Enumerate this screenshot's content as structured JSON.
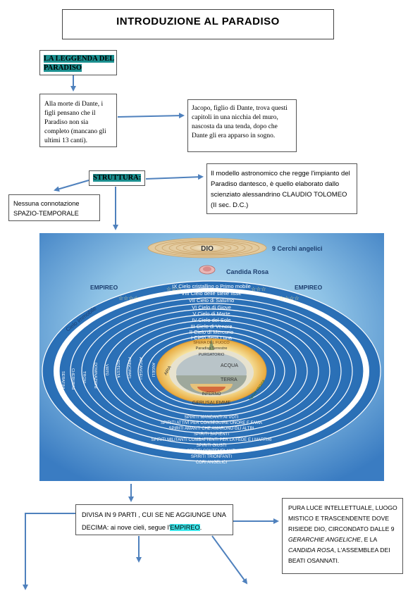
{
  "title": "INTRODUZIONE AL PARADISO",
  "legend_label": "LA LEGGENDA DEL PARADISO",
  "death_text": "Alla morte di Dante, i figli pensano che il Paradiso non sia completo (mancano gli ultimi 13 canti).",
  "jacopo_text": "Jacopo, figlio di Dante, trova questi capitoli in una nicchia del muro, nascosta da una tenda, dopo che Dante gli era apparso in sogno.",
  "struttura_label": "STRUTTURA:",
  "model_text": "Il modello astronomico che regge l'impianto del Paradiso dantesco, è quello elaborato dallo scienziato alessandrino CLAUDIO TOLOMEO (II sec. D.C.)",
  "no_connotation_text": "Nessuna connotazione SPAZIO-TEMPORALE",
  "diagram": {
    "dio": "DIO",
    "cerchi": "9 Cerchi angelici",
    "rosa": "Candida Rosa",
    "empireo_left": "EMPIREO",
    "empireo_right": "EMPIREO",
    "cielo_immobile": "Cielo immobile",
    "heavens": [
      "IX Cielo cristallino o Primo mobile",
      "VIII Cielo delle stelle fisse",
      "VII Cielo di Saturno",
      "VI Cielo di Giove",
      "V Cielo di Marte",
      "IV Cielo del Sole",
      "III Cielo di Venere",
      "II Cielo di Mercurio",
      "I Cielo della Luna"
    ],
    "sfera_fuoco": "SFERA DEL FUOCO",
    "paradiso_terrestre": "Paradiso Terrestre",
    "purgatorio": "PURGATORIO",
    "aria": "ARIA",
    "acqua": "ACQUA",
    "terra": "TERRA",
    "inferno": "INFERNO",
    "gerusalemme": "GERUSALEMME",
    "selva": "Selva oscura",
    "angels": [
      "SERAFINI",
      "CHERUBINI",
      "TRONI",
      "DOMINAZIONI",
      "VIRTÙ",
      "POTESTÀ",
      "PRINCIPATI",
      "ARCANGELI",
      "ANGELI"
    ],
    "spirits": [
      "SPIRITI MANCANTI AI VOTI",
      "SPIRITI ATTIVI PER CONSEGUIRE ONORE E FAMA",
      "SPIRITI AMANTI CHE AMARONO GLI ALTRI",
      "SPIRITI SAPIENTI",
      "SPIRITI MILITANTI COMBATTENTI PER LA FEDE E I MARTIRI",
      "SPIRITI GIUSTI",
      "SPIRITI CONTEMPLANTI",
      "SPIRITI TRIONFANTI",
      "CORI ANGELICI"
    ]
  },
  "divisa_text": "DIVISA IN 9 PARTI , CUI SE NE AGGIUNGE UNA DECIMA: ai nove cieli, segue l'",
  "divisa_highlight": "EMPIREO",
  "divisa_end": ".",
  "pura_text_1": "PURA LUCE INTELLETTUALE, LUOGO MISTICO E TRASCENDENTE DOVE RISIEDE DIO, CIRCONDATO DALLE 9 ",
  "pura_italic_1": "GERARCHIE ANGELICHE",
  "pura_text_2": ", E LA ",
  "pura_italic_2": "CANDIDA ROSA",
  "pura_text_3": ", L'ASSEMBLEA DEI BEATI OSANNATI.",
  "colors": {
    "arrow": "#4f81bd",
    "teal_highlight": "#1b8f8f",
    "cyan_highlight": "#3ee9ee",
    "diagram_bg": "#2a6fb6"
  }
}
